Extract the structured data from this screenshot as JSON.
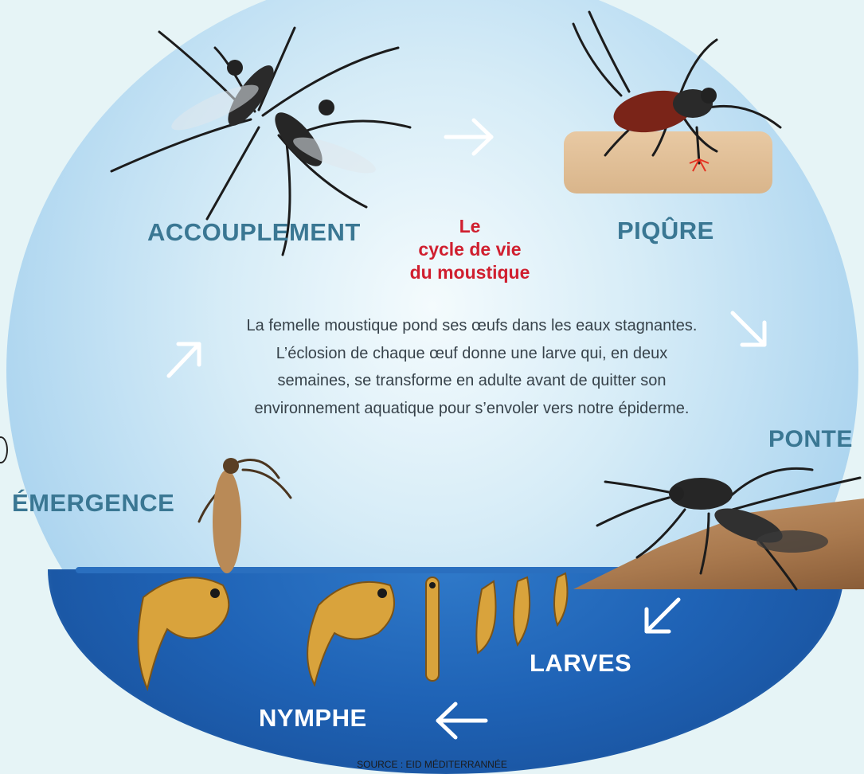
{
  "title": [
    "Le",
    "cycle de vie",
    "du moustique"
  ],
  "description": "La femelle moustique  pond ses œufs dans les eaux stagnantes. L’éclosion de chaque œuf donne une larve qui, en deux semaines, se transforme en adulte avant de quitter son environnement aquatique pour s’envoler vers notre épiderme.",
  "stages": {
    "accouplement": "ACCOUPLEMENT",
    "piqure": "PIQÛRE",
    "ponte": "PONTE",
    "larves": "LARVES",
    "nymphe": "NYMPHE",
    "emergence": "ÉMERGENCE"
  },
  "source": "SOURCE : EID MÉDITERRANNÉE",
  "colors": {
    "title": "#d01f2f",
    "stage_label": "#3a7793",
    "water": "#1f63b6",
    "larva": "#d9a33c"
  }
}
